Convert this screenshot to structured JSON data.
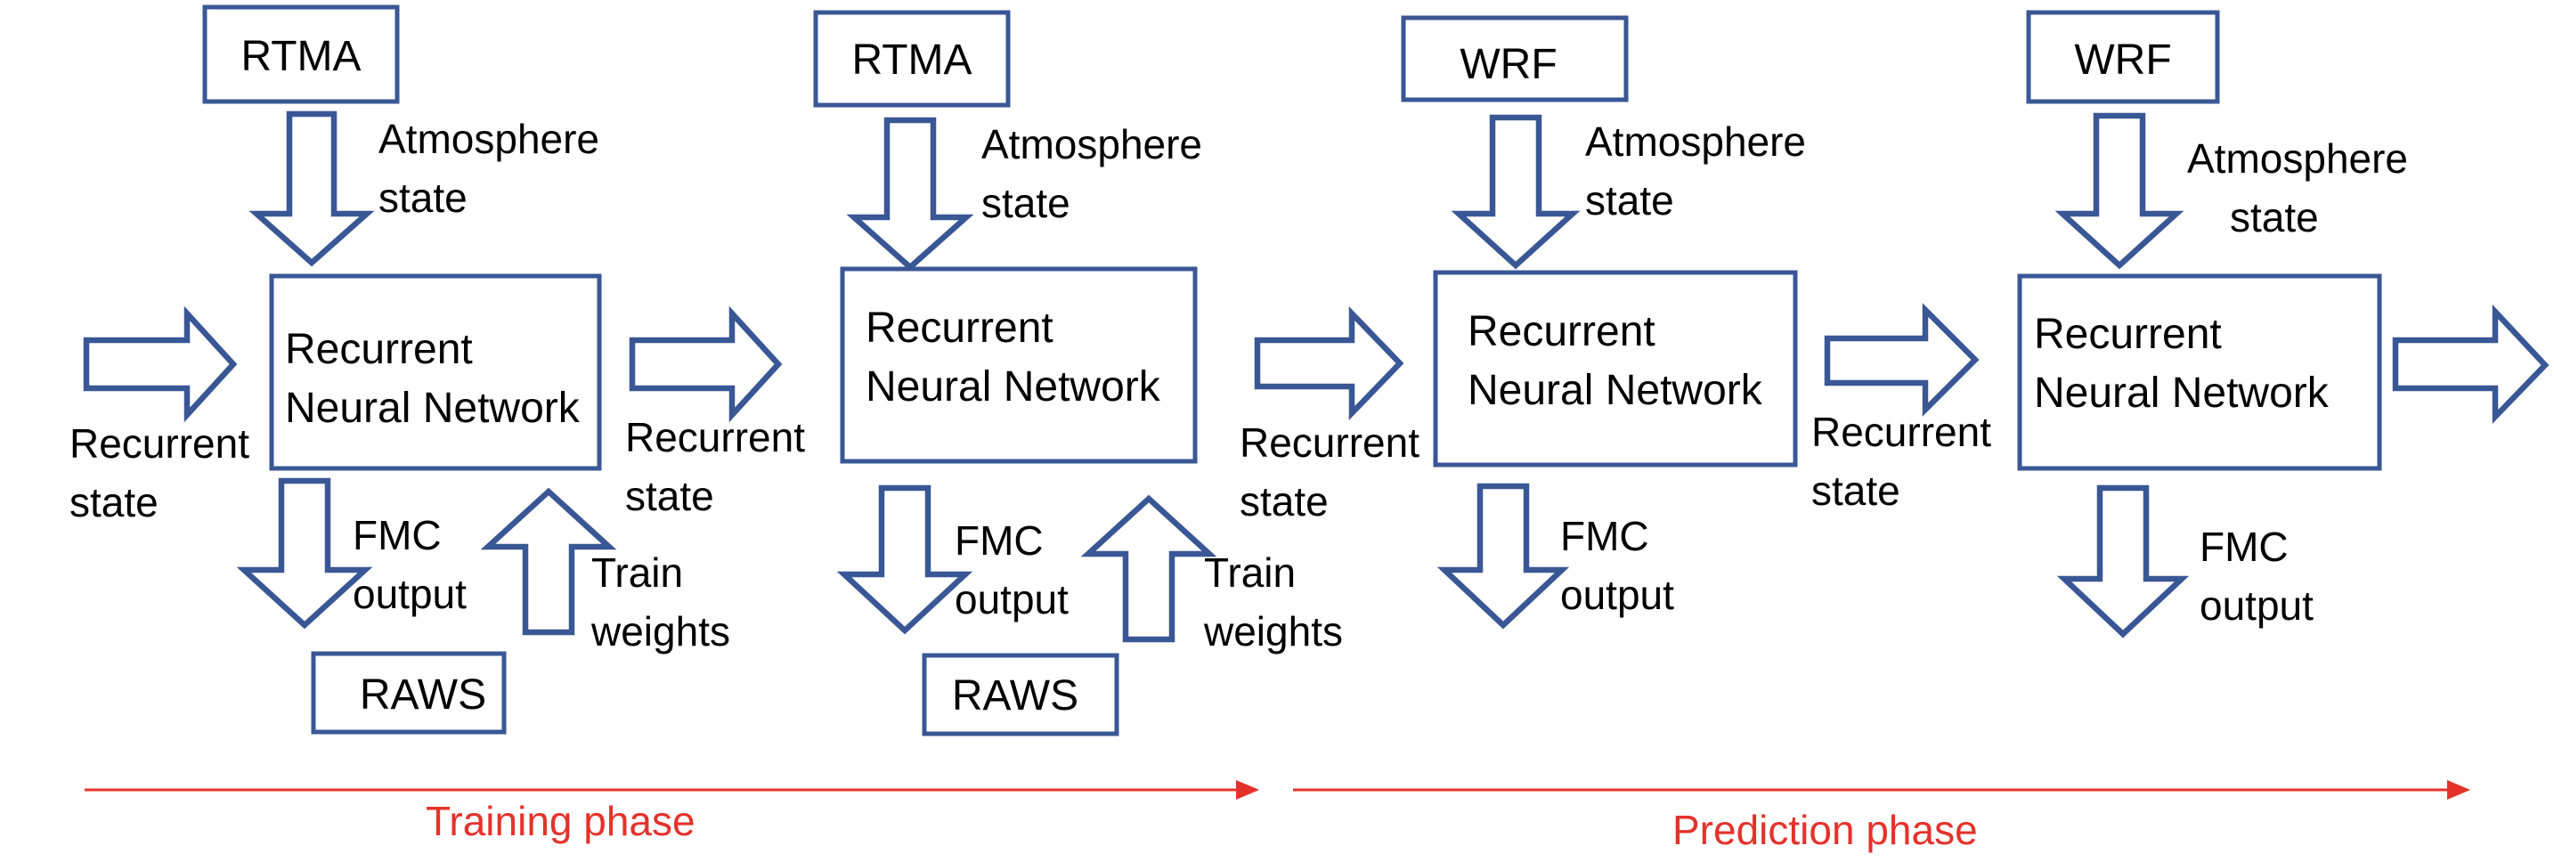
{
  "steps": [
    {
      "input_source": "RTMA",
      "input_label": [
        "Atmosphere",
        "state"
      ],
      "model": [
        "Recurrent",
        "Neural Network"
      ],
      "output_label": [
        "FMC",
        "output"
      ],
      "train_label": [
        "Train",
        "weights"
      ],
      "observation": "RAWS"
    },
    {
      "input_source": "RTMA",
      "input_label": [
        "Atmosphere",
        "state"
      ],
      "model": [
        "Recurrent",
        "Neural Network"
      ],
      "output_label": [
        "FMC",
        "output"
      ],
      "train_label": [
        "Train",
        "weights"
      ],
      "observation": "RAWS"
    },
    {
      "input_source": "WRF",
      "input_label": [
        "Atmosphere",
        "state"
      ],
      "model": [
        "Recurrent",
        "Neural Network"
      ],
      "output_label": [
        "FMC",
        "output"
      ]
    },
    {
      "input_source": "WRF",
      "input_label": [
        "Atmosphere",
        "state"
      ],
      "model": [
        "Recurrent",
        "Neural Network"
      ],
      "output_label": [
        "FMC",
        "output"
      ]
    }
  ],
  "recurrent_labels": [
    [
      "Recurrent",
      "state"
    ],
    [
      "Recurrent",
      "state"
    ],
    [
      "Recurrent",
      "state"
    ],
    [
      "Recurrent",
      "state"
    ]
  ],
  "phases": {
    "training": "Training phase",
    "prediction": "Prediction phase"
  },
  "colors": {
    "box_stroke": "#3a5795",
    "phase": "#e4322b"
  }
}
